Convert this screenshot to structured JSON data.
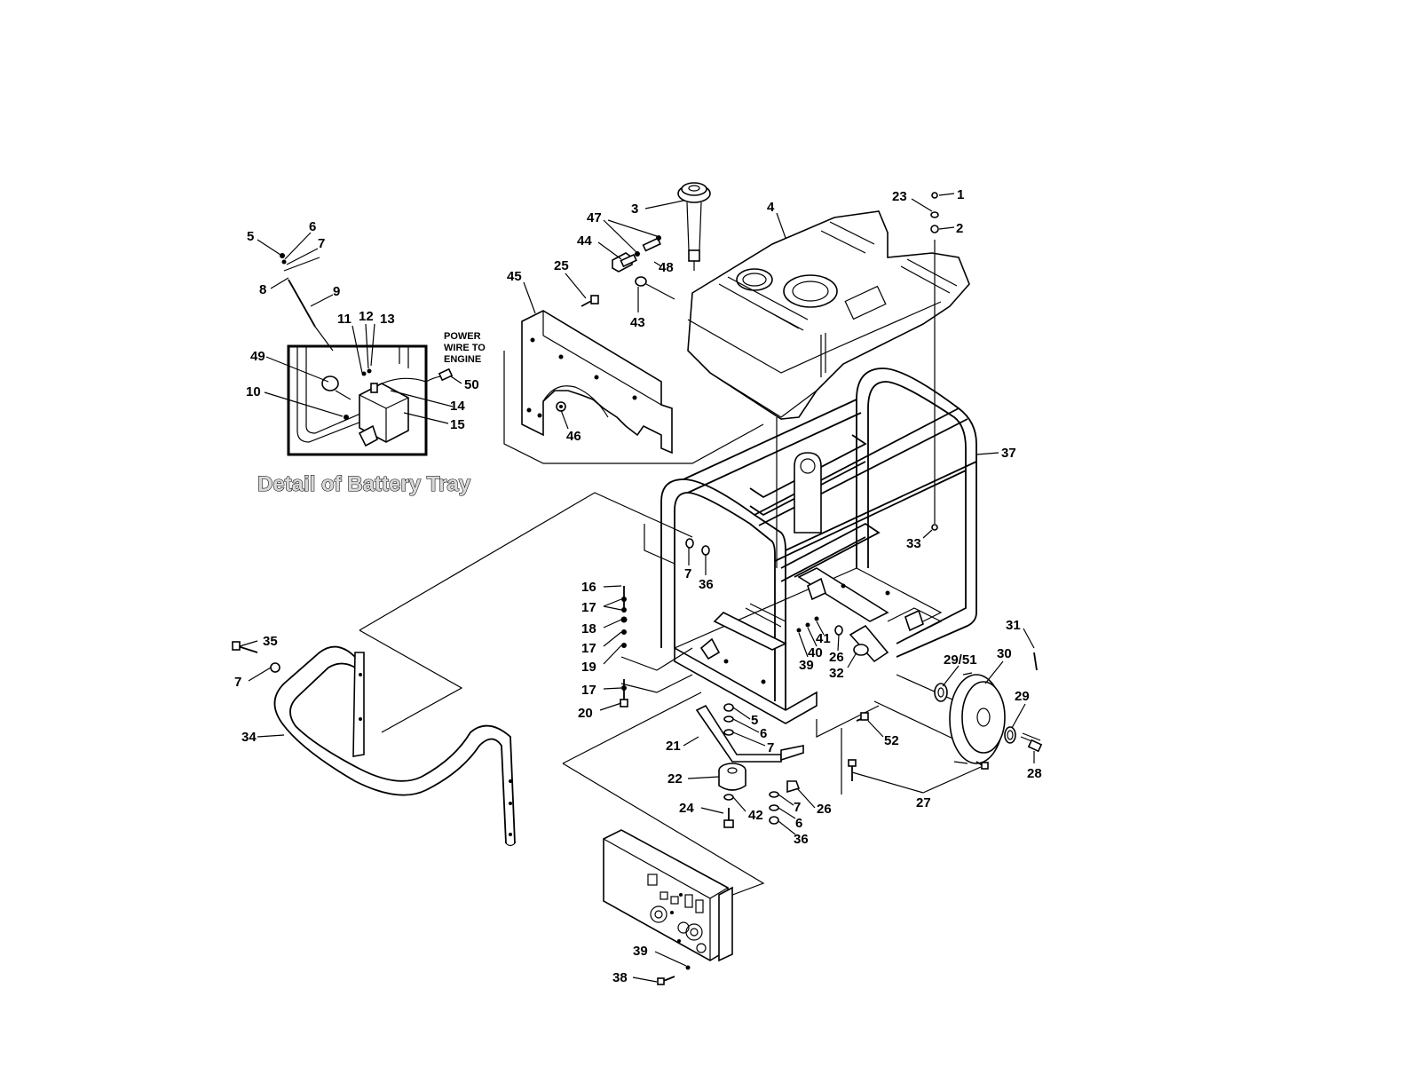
{
  "diagram": {
    "caption": "Detail of Battery Tray",
    "note_lines": [
      "POWER",
      "WIRE TO",
      "ENGINE"
    ],
    "callouts": {
      "c1": "1",
      "c2": "2",
      "c3": "3",
      "c4": "4",
      "c5a": "5",
      "c5b": "5",
      "c6a": "6",
      "c6b": "6",
      "c6c": "6",
      "c7a": "7",
      "c7b": "7",
      "c7c": "7",
      "c7d": "7",
      "c7e": "7",
      "c8": "8",
      "c9": "9",
      "c10": "10",
      "c11": "11",
      "c12": "12",
      "c13": "13",
      "c14": "14",
      "c15": "15",
      "c16": "16",
      "c17a": "17",
      "c17b": "17",
      "c17c": "17",
      "c18": "18",
      "c19": "19",
      "c20": "20",
      "c21": "21",
      "c22": "22",
      "c23": "23",
      "c24": "24",
      "c25": "25",
      "c26a": "26",
      "c26b": "26",
      "c27": "27",
      "c28": "28",
      "c29": "29",
      "c2951": "29/51",
      "c30": "30",
      "c31": "31",
      "c32": "32",
      "c33": "33",
      "c34": "34",
      "c35": "35",
      "c36a": "36",
      "c36b": "36",
      "c37": "37",
      "c38": "38",
      "c39a": "39",
      "c39b": "39",
      "c40": "40",
      "c41": "41",
      "c42": "42",
      "c43": "43",
      "c44": "44",
      "c45": "45",
      "c46": "46",
      "c47": "47",
      "c48": "48",
      "c49": "49",
      "c50": "50",
      "c52": "52"
    }
  }
}
